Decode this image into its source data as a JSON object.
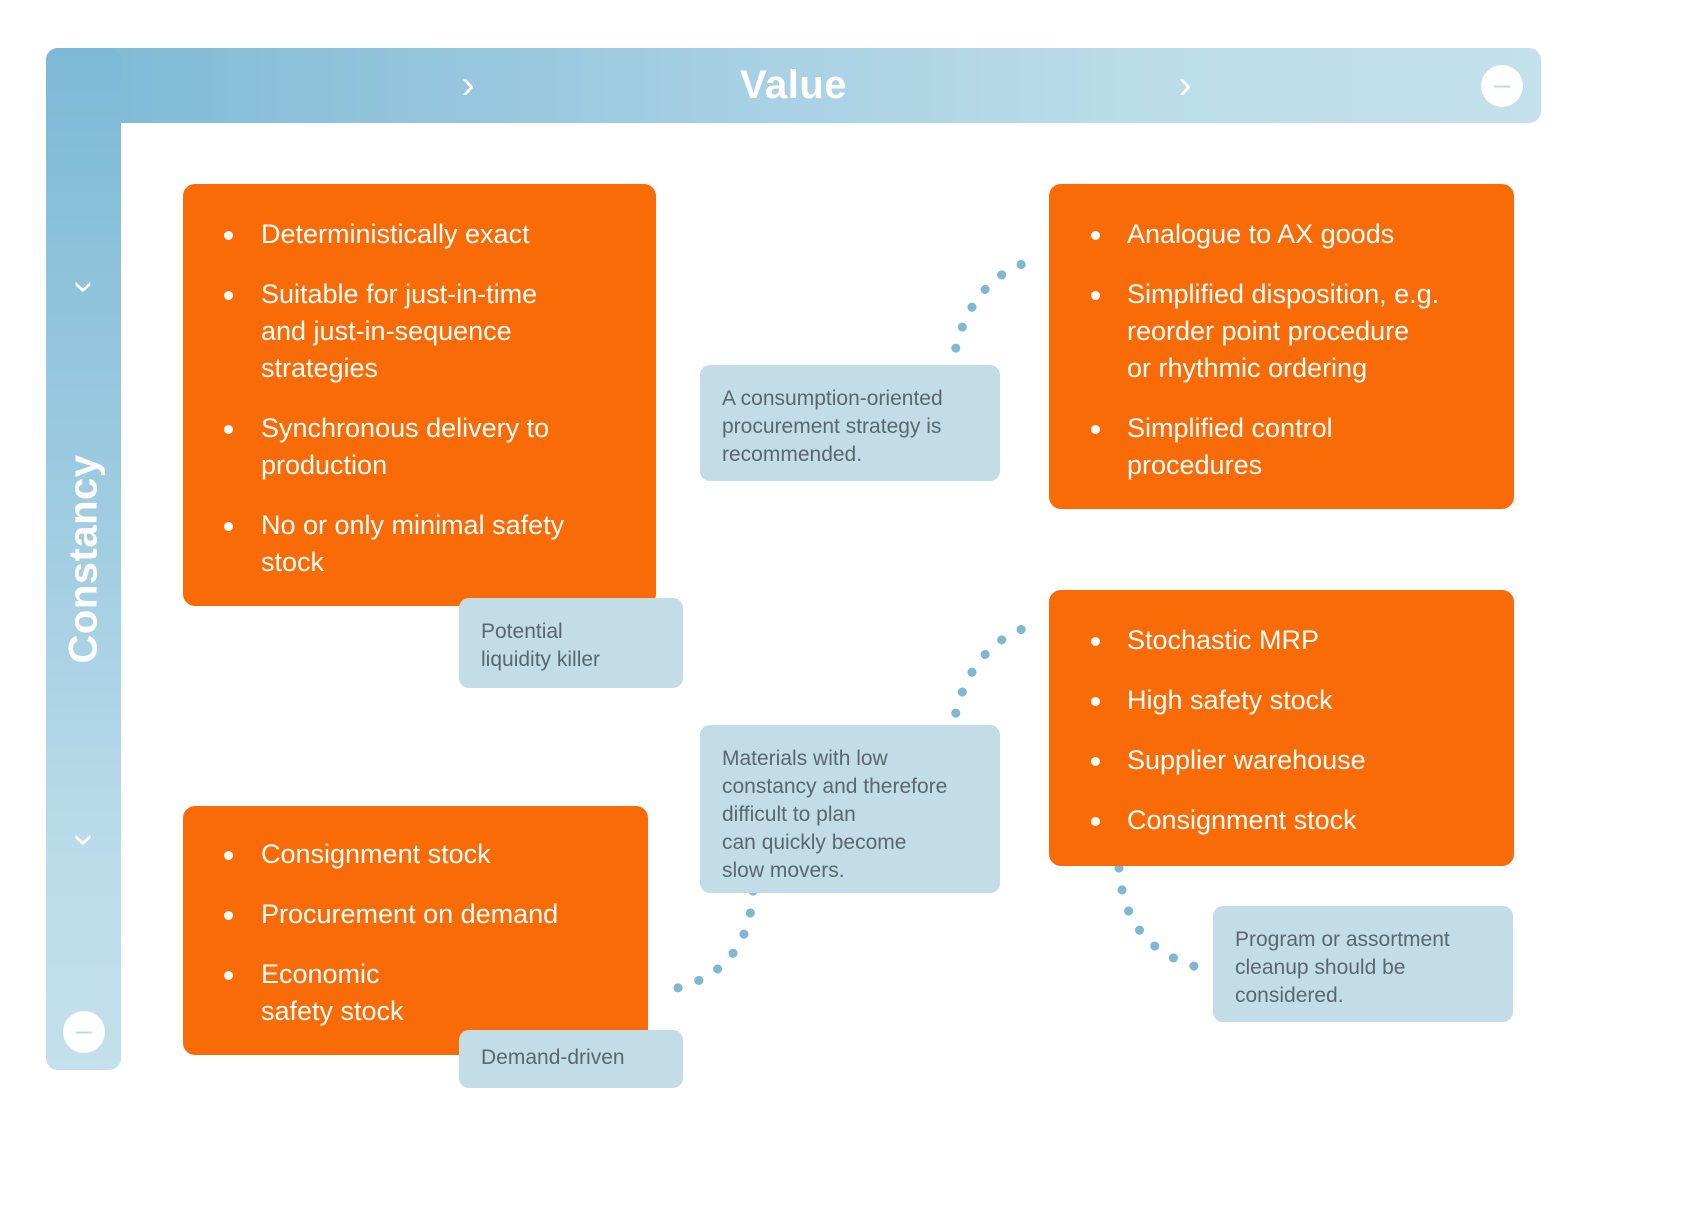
{
  "diagram": {
    "title": "Value",
    "axes": {
      "top": {
        "label": "Value",
        "plus_icon": "plus-circle-icon",
        "minus_icon": "minus-circle-icon",
        "chevron_icon": "chevron-right-icon",
        "plus_label": "+",
        "minus_label": "–",
        "chevron_label": "›"
      },
      "left": {
        "label": "Constancy",
        "minus_label": "–",
        "chevron_label": "›"
      }
    },
    "colors": {
      "orange": "#f96b07",
      "callout_bg": "#c3dde8",
      "callout_text": "#5b6670",
      "axis_gradient_start": "#7cb9d6",
      "axis_gradient_end": "#c3e0ec",
      "dot_color": "#7fb7d4"
    },
    "quadrants": [
      {
        "id": "top-left",
        "items": [
          "Deterministically exact",
          "Suitable for just-in-time\nand just-in-sequence\nstrategies",
          "Synchronous delivery to\nproduction",
          "No or only minimal safety\nstock"
        ]
      },
      {
        "id": "top-right",
        "items": [
          "Analogue to AX goods",
          "Simplified disposition, e.g.\nreorder point procedure\nor rhythmic ordering",
          "Simplified control\nprocedures"
        ]
      },
      {
        "id": "bottom-right",
        "items": [
          "Stochastic MRP",
          "High safety stock",
          "Supplier warehouse",
          "Consignment stock"
        ]
      },
      {
        "id": "bottom-left",
        "items": [
          "Consignment stock",
          "Procurement on demand",
          "Economic\nsafety stock"
        ]
      }
    ],
    "callouts": {
      "consumption": "A consumption-oriented\nprocurement strategy is\nrecommended.",
      "liquidity": "Potential\nliquidity killer",
      "materials": "Materials with low\nconstancy and therefore\ndifficult to plan\ncan quickly become\nslow movers.",
      "program": "Program or assortment\ncleanup should be\nconsidered.",
      "demand": "Demand-driven"
    }
  }
}
